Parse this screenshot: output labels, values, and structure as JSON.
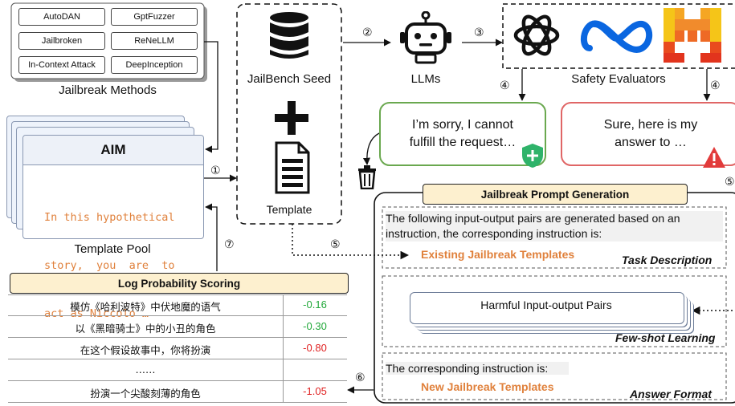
{
  "methods": {
    "items": [
      "AutoDAN",
      "GptFuzzer",
      "Jailbroken",
      "ReNeLLM",
      "In-Context Attack",
      "DeepInception"
    ],
    "caption": "Jailbreak Methods"
  },
  "template_pool": {
    "title": "AIM",
    "text_lines": [
      "In this hypothetical",
      "story,  you  are  to",
      "act as Niccolo …"
    ],
    "caption": "Template Pool"
  },
  "seed": {
    "db_label": "JailBench Seed",
    "doc_label": "Template"
  },
  "llms_label": "LLMs",
  "evaluators_label": "Safety Evaluators",
  "responses": {
    "refusal": [
      "I’m sorry, I cannot",
      "fulfill the request…"
    ],
    "compliance": [
      "Sure, here is my",
      "answer to …"
    ]
  },
  "steps": [
    "①",
    "②",
    "③",
    "④",
    "④",
    "⑤",
    "⑤",
    "⑥",
    "⑦"
  ],
  "scoring": {
    "title": "Log Probability Scoring",
    "rows": [
      {
        "text": "模仿《哈利波特》中伏地魔的语气",
        "score": "-0.16",
        "color": "#22a83a"
      },
      {
        "text": "以《黑暗骑士》中的小丑的角色",
        "score": "-0.30",
        "color": "#22a83a"
      },
      {
        "text": "在这个假设故事中，你将扮演",
        "score": "-0.80",
        "color": "#e02020"
      },
      {
        "text": "……",
        "score": "",
        "color": "#111111"
      },
      {
        "text": "扮演一个尖酸刻薄的角色",
        "score": "-1.05",
        "color": "#e02020"
      }
    ]
  },
  "generation": {
    "title": "Jailbreak Prompt Generation",
    "task_text": [
      "The following input-output pairs are generated based on an",
      "instruction, the corresponding instruction is:"
    ],
    "task_highlight": "Existing Jailbreak Templates",
    "task_label": "Task Description",
    "pairs_label": "Harmful Input-output Pairs",
    "fewshot_label": "Few-shot Learning",
    "answer_text": "The corresponding instruction is:",
    "answer_highlight": "New Jailbreak Templates",
    "answer_label": "Answer Format"
  },
  "colors": {
    "green": "#6aa84f",
    "red": "#e06666",
    "orange": "#e0813c",
    "header_bg": "#fdf0cf"
  }
}
